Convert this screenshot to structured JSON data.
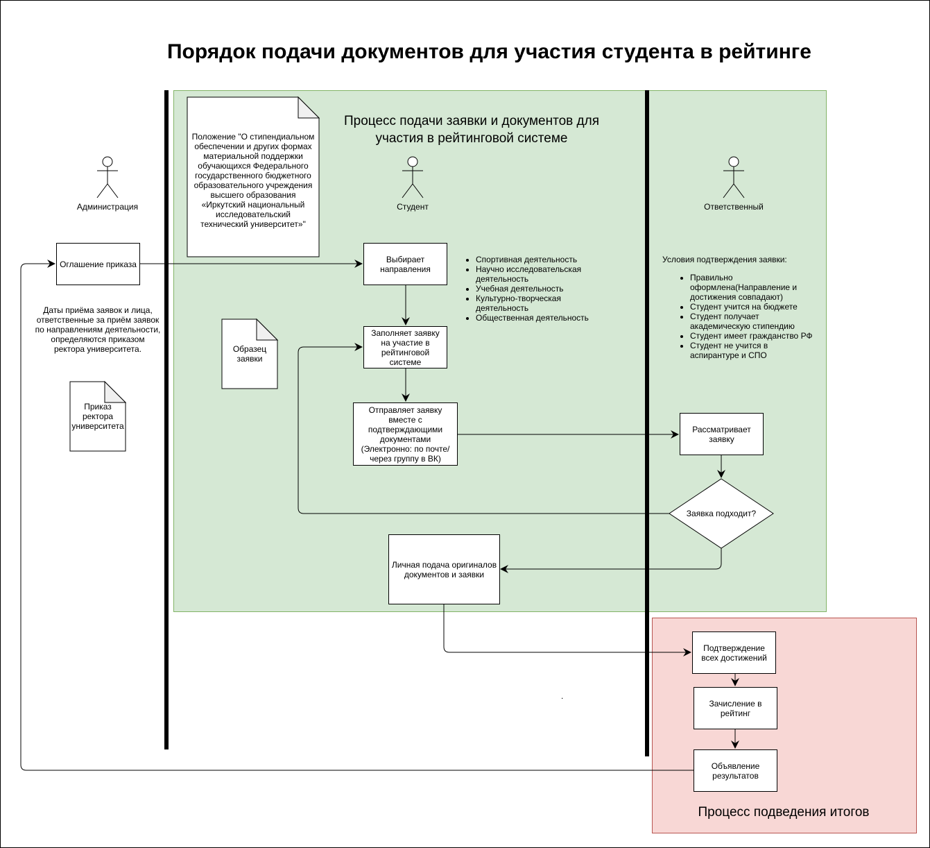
{
  "title": "Порядок подачи документов для участия студента в рейтинге",
  "lanes": {
    "green_heading": "Процесс подачи заявки и документов для участия в рейтинговой системе",
    "pink_heading": "Процесс подведения итогов"
  },
  "actors": {
    "admin": "Администрация",
    "student": "Студент",
    "responsible": "Ответственный"
  },
  "documents": {
    "regulation": "Положение \"О стипендиальном обеспечении и других формах материальной поддержки обучающихся Федерального государственного бюджетного образовательного учреждения высшего образования «Иркутский национальный исследовательский технический университет»\"",
    "sample": "Образец заявки",
    "rector_order": "Приказ ректора университета"
  },
  "nodes": {
    "announce": "Оглашение приказа",
    "choose": "Выбирает направления",
    "fill": "Заполняет заявку на участие в рейтинговой системе",
    "send": "Отправляет заявку вместе с подтверждающими документами (Электронно: по почте/ через группу в ВК)",
    "review": "Рассматривает заявку",
    "decision": "Заявка подходит?",
    "personal": "Личная подача оригиналов документов и заявки",
    "confirm": "Подтверждение всех достижений",
    "enroll": "Зачисление в рейтинг",
    "announce_results": "Объявление результатов"
  },
  "notes": {
    "admin_note": "Даты приёма заявок и лица, ответственные за приём заявок по направлениям деятельности, определяются приказом ректора университета.",
    "directions": [
      "Спортивная деятельность",
      "Научно исследовательская деятельность",
      "Учебная деятельность",
      "Культурно-творческая деятельность",
      "Общественная деятельность"
    ],
    "conditions_title": "Условия подтверждения заявки:",
    "conditions": [
      "Правильно оформлена(Направление и достижения совпадают)",
      "Студент учится на бюджете",
      "Студент получает академическую стипендию",
      "Студент имеет гражданство РФ",
      " Студент не учится в аспирантуре и СПО"
    ],
    "dot": "."
  },
  "colors": {
    "green_fill": "#d5e8d4",
    "green_stroke": "#82b366",
    "pink_fill": "#f8d7d5",
    "pink_stroke": "#b85450"
  }
}
